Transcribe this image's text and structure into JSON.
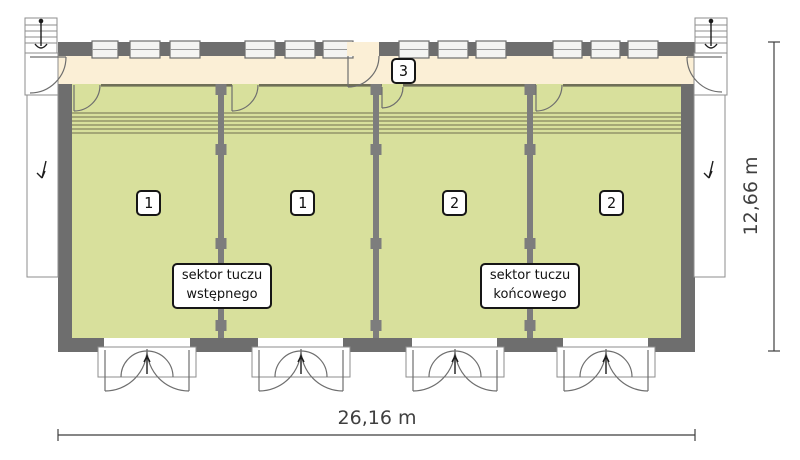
{
  "plan": {
    "corridor_label": "3",
    "room_labels": [
      "1",
      "1",
      "2",
      "2"
    ],
    "sector_labels": [
      {
        "line1": "sektor tuczu",
        "line2": "wstępnego"
      },
      {
        "line1": "sektor tuczu",
        "line2": "końcowego"
      }
    ],
    "dimensions": {
      "width_label": "26,16 m",
      "height_label": "12,66 m"
    },
    "colors": {
      "wall": "#6e6e6e",
      "divider": "#7d7d7d",
      "room_floor": "#d8e09c",
      "corridor_floor": "#fbefd6",
      "trough_line": "#85855f",
      "door_line": "#6e6e6e",
      "dimension": "#3f3f3f",
      "label_border": "#161616"
    }
  }
}
